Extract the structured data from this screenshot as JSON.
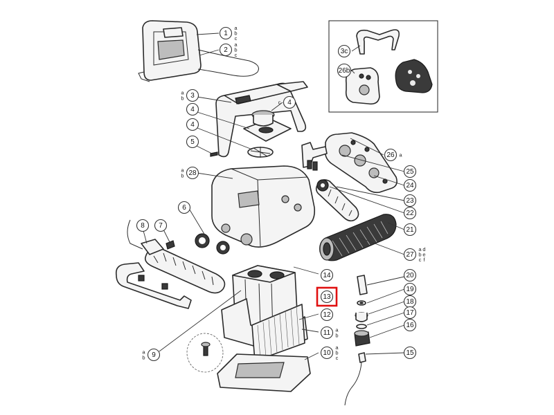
{
  "highlight_color": "#e01010",
  "highlighted_callout": "13",
  "callouts": [
    {
      "id": "c1",
      "label": "1",
      "variants": [
        "a",
        "b",
        "c"
      ],
      "variant_side": "right"
    },
    {
      "id": "c2",
      "label": "2",
      "variants": [
        "a",
        "b",
        "c"
      ],
      "variant_side": "right"
    },
    {
      "id": "c3",
      "label": "3",
      "variants": [
        "a",
        "b"
      ],
      "variant_side": "left"
    },
    {
      "id": "c4a",
      "label": "4",
      "variants": [
        "c"
      ],
      "variant_side": "left"
    },
    {
      "id": "c4b",
      "label": "4",
      "variants": [],
      "variant_side": "none"
    },
    {
      "id": "c4c",
      "label": "4",
      "variants": [],
      "variant_side": "none"
    },
    {
      "id": "c5",
      "label": "5",
      "variants": [],
      "variant_side": "none"
    },
    {
      "id": "c28",
      "label": "28",
      "variants": [
        "a",
        "b"
      ],
      "variant_side": "left"
    },
    {
      "id": "c6",
      "label": "6",
      "variants": [],
      "variant_side": "none"
    },
    {
      "id": "c7",
      "label": "7",
      "variants": [],
      "variant_side": "none"
    },
    {
      "id": "c8",
      "label": "8",
      "variants": [],
      "variant_side": "none"
    },
    {
      "id": "c9",
      "label": "9",
      "variants": [
        "a",
        "b"
      ],
      "variant_side": "left"
    },
    {
      "id": "c26",
      "label": "26",
      "variants": [
        "a"
      ],
      "variant_side": "right"
    },
    {
      "id": "c25",
      "label": "25",
      "variants": [],
      "variant_side": "none"
    },
    {
      "id": "c24",
      "label": "24",
      "variants": [],
      "variant_side": "none"
    },
    {
      "id": "c23",
      "label": "23",
      "variants": [],
      "variant_side": "none"
    },
    {
      "id": "c22",
      "label": "22",
      "variants": [],
      "variant_side": "none"
    },
    {
      "id": "c21",
      "label": "21",
      "variants": [],
      "variant_side": "none"
    },
    {
      "id": "c27",
      "label": "27",
      "variants": [
        "a",
        "b",
        "c",
        "d",
        "e",
        "f"
      ],
      "variant_side": "right"
    },
    {
      "id": "c20",
      "label": "20",
      "variants": [],
      "variant_side": "none"
    },
    {
      "id": "c19",
      "label": "19",
      "variants": [],
      "variant_side": "none"
    },
    {
      "id": "c18",
      "label": "18",
      "variants": [],
      "variant_side": "none"
    },
    {
      "id": "c17",
      "label": "17",
      "variants": [],
      "variant_side": "none"
    },
    {
      "id": "c16",
      "label": "16",
      "variants": [],
      "variant_side": "none"
    },
    {
      "id": "c15",
      "label": "15",
      "variants": [],
      "variant_side": "none"
    },
    {
      "id": "c14",
      "label": "14",
      "variants": [],
      "variant_side": "none"
    },
    {
      "id": "c13",
      "label": "13",
      "variants": [],
      "variant_side": "none"
    },
    {
      "id": "c12",
      "label": "12",
      "variants": [],
      "variant_side": "none"
    },
    {
      "id": "c11",
      "label": "11",
      "variants": [
        "a",
        "b"
      ],
      "variant_side": "right"
    },
    {
      "id": "c10",
      "label": "10",
      "variants": [
        "a",
        "b",
        "c"
      ],
      "variant_side": "right"
    },
    {
      "id": "c3c",
      "label": "3c",
      "variants": [],
      "variant_side": "none"
    },
    {
      "id": "c26b",
      "label": "26b",
      "variants": [],
      "variant_side": "none"
    }
  ]
}
